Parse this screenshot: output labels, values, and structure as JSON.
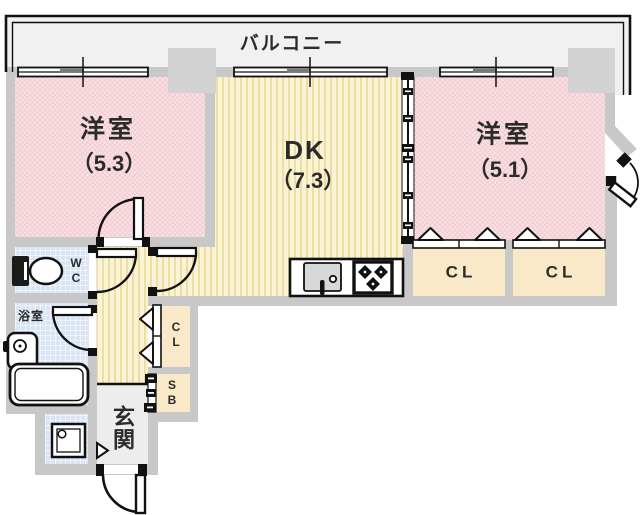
{
  "floorplan": {
    "balcony": {
      "label": "バルコニー"
    },
    "rooms": {
      "west_room_1": {
        "label": "洋室",
        "size": "（5.3）"
      },
      "dining_kitchen": {
        "label": "DK",
        "size": "（7.3）"
      },
      "west_room_2": {
        "label": "洋室",
        "size": "（5.1）"
      },
      "closet_right_1": {
        "label": "CL"
      },
      "closet_right_2": {
        "label": "CL"
      },
      "hall_closet": {
        "label": "CL"
      },
      "shoe_box": {
        "label": "SB"
      },
      "toilet": {
        "label": "WC"
      },
      "bathroom": {
        "label": "浴室"
      },
      "entrance": {
        "label": "玄関"
      }
    },
    "colors": {
      "wall": "#C8C8C8",
      "pillar": "#D3D3D3",
      "room_pink": "#FAE1E4",
      "room_yellow": "#FAF3D4",
      "wet_area_blue": "#D9E5F3",
      "closet_cream": "#F9E9C8",
      "balcony_floor": "#F1F1F1",
      "entrance_floor": "#EDEDED",
      "line": "#111111"
    }
  }
}
